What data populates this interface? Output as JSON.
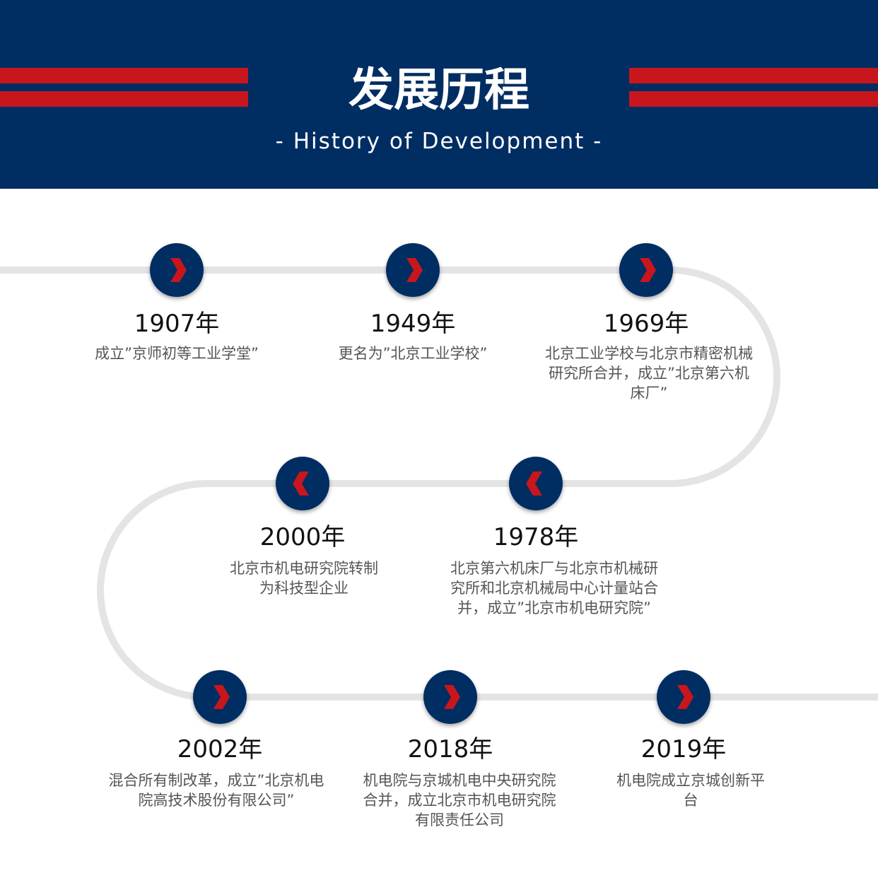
{
  "header": {
    "title": "发展历程",
    "subtitle": "- History of Development -"
  },
  "colors": {
    "navy": "#002d62",
    "red": "#c8161d",
    "track": "#e4e4e4"
  },
  "milestones": [
    {
      "year": "1907年",
      "text": "成立”京师初等工业学堂”",
      "icon": "chevron-right-icon"
    },
    {
      "year": "1949年",
      "text": "更名为”北京工业学校”",
      "icon": "chevron-right-icon"
    },
    {
      "year": "1969年",
      "text": "北京工业学校与北京市精密机械研究所合并，成立”北京第六机床厂”",
      "icon": "chevron-right-icon"
    },
    {
      "year": "1978年",
      "text": "北京第六机床厂与北京市机械研究所和北京机械局中心计量站合并，成立”北京市机电研究院”",
      "icon": "chevron-left-icon"
    },
    {
      "year": "2000年",
      "text": "北京市机电研究院转制为科技型企业",
      "icon": "chevron-left-icon"
    },
    {
      "year": "2002年",
      "text": "混合所有制改革，成立”北京机电院高技术股份有限公司”",
      "icon": "chevron-right-icon"
    },
    {
      "year": "2018年",
      "text": "机电院与京城机电中央研究院合并，成立北京市机电研究院有限责任公司",
      "icon": "chevron-right-icon"
    },
    {
      "year": "2019年",
      "text": "机电院成立京城创新平台",
      "icon": "chevron-right-icon"
    }
  ]
}
